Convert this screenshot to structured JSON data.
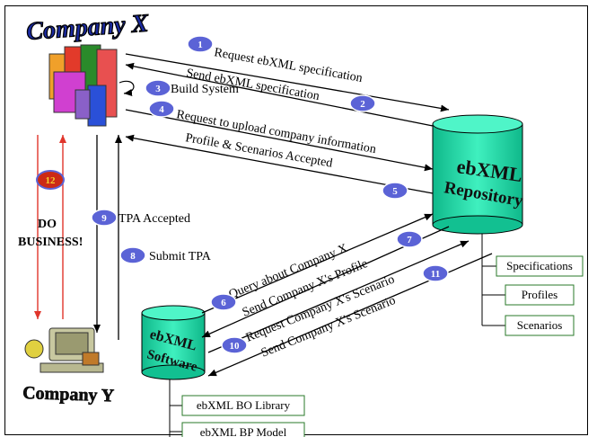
{
  "diagram": {
    "title_company_x": "Company X",
    "title_company_y": "Company Y",
    "repository_label": [
      "ebXML",
      "Repository"
    ],
    "software_label": [
      "ebXML",
      "Software"
    ],
    "do_business": [
      "DO",
      "BUSINESS!"
    ],
    "steps": [
      {
        "num": "1",
        "label": "Request ebXML specification"
      },
      {
        "num": "2",
        "label": "Send ebXML specification"
      },
      {
        "num": "3",
        "label": "Build System"
      },
      {
        "num": "4",
        "label": "Request to upload company information"
      },
      {
        "num": "5",
        "label": "Profile & Scenarios Accepted"
      },
      {
        "num": "6",
        "label": "Query about Company X"
      },
      {
        "num": "7",
        "label": "Send Company X's Profile"
      },
      {
        "num": "8",
        "label": "Submit TPA"
      },
      {
        "num": "9",
        "label": "TPA Accepted"
      },
      {
        "num": "10",
        "label": "Request Company X's Scenario"
      },
      {
        "num": "11",
        "label": "Send Company X's Scenario"
      },
      {
        "num": "12",
        "label": ""
      }
    ],
    "repository_items": [
      "Specifications",
      "Profiles",
      "Scenarios"
    ],
    "software_items": [
      "ebXML BO Library",
      "ebXML BP Model"
    ],
    "colors": {
      "badge_fill": "#5b63d6",
      "badge_accent": "#cc2a16",
      "cylinder": "#22d3a0",
      "box_border": "#2a7a2a",
      "arrow": "#000000",
      "business_arrow": "#e0352b"
    }
  }
}
